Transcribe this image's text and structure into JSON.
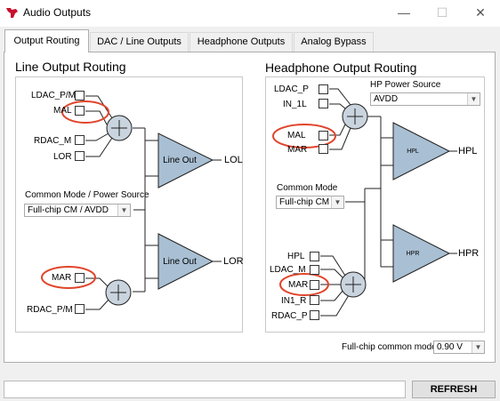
{
  "window": {
    "title": "Audio Outputs",
    "minimize_glyph": "—",
    "maximize_glyph": "☐",
    "close_glyph": "✕"
  },
  "tabs": [
    {
      "label": "Output Routing",
      "active": true
    },
    {
      "label": "DAC / Line Outputs",
      "active": false
    },
    {
      "label": "Headphone Outputs",
      "active": false
    },
    {
      "label": "Analog Bypass",
      "active": false
    }
  ],
  "line_output": {
    "title": "Line Output Routing",
    "inputs_top": [
      {
        "label": "LDAC_P/M",
        "checked": false
      },
      {
        "label": "MAL",
        "checked": false,
        "highlighted": true
      },
      {
        "label": "RDAC_M",
        "checked": false
      },
      {
        "label": "LOR",
        "checked": false
      }
    ],
    "inputs_bottom": [
      {
        "label": "MAR",
        "checked": false,
        "highlighted": true
      },
      {
        "label": "RDAC_P/M",
        "checked": false
      }
    ],
    "amp_top_label": "Line Out",
    "amp_bottom_label": "Line Out",
    "out_top": "LOL",
    "out_bottom": "LOR",
    "common_mode_label": "Common Mode / Power Source",
    "common_mode_value": "Full-chip CM / AVDD"
  },
  "headphone_output": {
    "title": "Headphone Output Routing",
    "inputs_top": [
      {
        "label": "LDAC_P",
        "checked": false
      },
      {
        "label": "IN_1L",
        "checked": false
      },
      {
        "label": "MAL",
        "checked": false,
        "highlighted": true
      },
      {
        "label": "MAR",
        "checked": false
      }
    ],
    "inputs_bottom": [
      {
        "label": "HPL",
        "checked": false
      },
      {
        "label": "LDAC_M",
        "checked": false
      },
      {
        "label": "MAR",
        "checked": false,
        "highlighted": true
      },
      {
        "label": "IN1_R",
        "checked": false
      },
      {
        "label": "RDAC_P",
        "checked": false
      }
    ],
    "hp_power_label": "HP Power Source",
    "hp_power_value": "AVDD",
    "common_mode_label": "Common Mode",
    "common_mode_value": "Full-chip CM",
    "amp_top_label": "HPL",
    "amp_bottom_label": "HPR",
    "out_top": "HPL",
    "out_bottom": "HPR"
  },
  "fullchip_cm": {
    "label": "Full-chip common mode:",
    "value": "0.90 V"
  },
  "bottom": {
    "refresh_label": "REFRESH",
    "status_value": ""
  },
  "colors": {
    "highlight": "#e0452b",
    "amp_fill": "#a9bfd3",
    "tab_border": "#adadad"
  }
}
